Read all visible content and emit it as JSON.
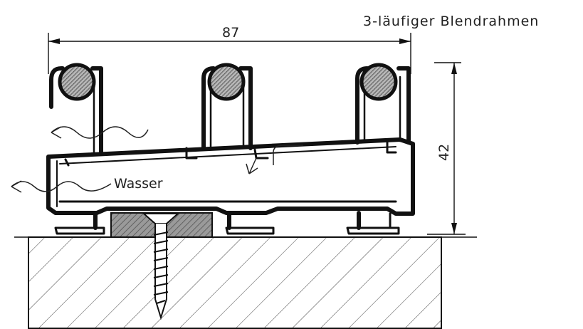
{
  "title": "3-läufiger Blendrahmen",
  "dimensions": {
    "width": "87",
    "height": "42"
  },
  "labels": {
    "water": "Wasser"
  },
  "colors": {
    "line": "#111111",
    "hatch": "#444444",
    "insert": "#9a9a9a",
    "background": "#ffffff"
  },
  "elements": {
    "tracks": 3,
    "rollers": 3,
    "screw": 1
  }
}
